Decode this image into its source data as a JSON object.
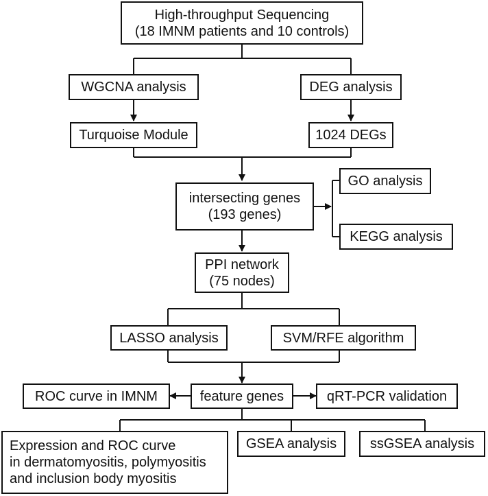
{
  "nodes": {
    "sequencing": {
      "lines": [
        "High-throughput Sequencing",
        "(18 IMNM patients and 10 controls)"
      ]
    },
    "wgcna": {
      "lines": [
        "WGCNA analysis"
      ]
    },
    "deg": {
      "lines": [
        "DEG analysis"
      ]
    },
    "turquoise": {
      "lines": [
        "Turquoise Module"
      ]
    },
    "degs": {
      "lines": [
        "1024 DEGs"
      ]
    },
    "intersecting": {
      "lines": [
        "intersecting genes",
        "(193 genes)"
      ]
    },
    "go": {
      "lines": [
        "GO analysis"
      ]
    },
    "kegg": {
      "lines": [
        "KEGG analysis"
      ]
    },
    "ppi": {
      "lines": [
        "PPI network",
        "(75 nodes)"
      ]
    },
    "lasso": {
      "lines": [
        "LASSO analysis"
      ]
    },
    "svm": {
      "lines": [
        "SVM/RFE algorithm"
      ]
    },
    "roc": {
      "lines": [
        "ROC curve in IMNM"
      ]
    },
    "feature": {
      "lines": [
        "feature genes"
      ]
    },
    "qrtpcr": {
      "lines": [
        "qRT-PCR validation"
      ]
    },
    "expression": {
      "lines": [
        "Expression and ROC curve",
        "in dermatomyositis, polymyositis",
        "and inclusion body myositis"
      ]
    },
    "gsea": {
      "lines": [
        "GSEA analysis"
      ]
    },
    "ssgsea": {
      "lines": [
        "ssGSEA analysis"
      ]
    }
  },
  "colors": {
    "stroke": "#111111",
    "fill": "#ffffff"
  }
}
